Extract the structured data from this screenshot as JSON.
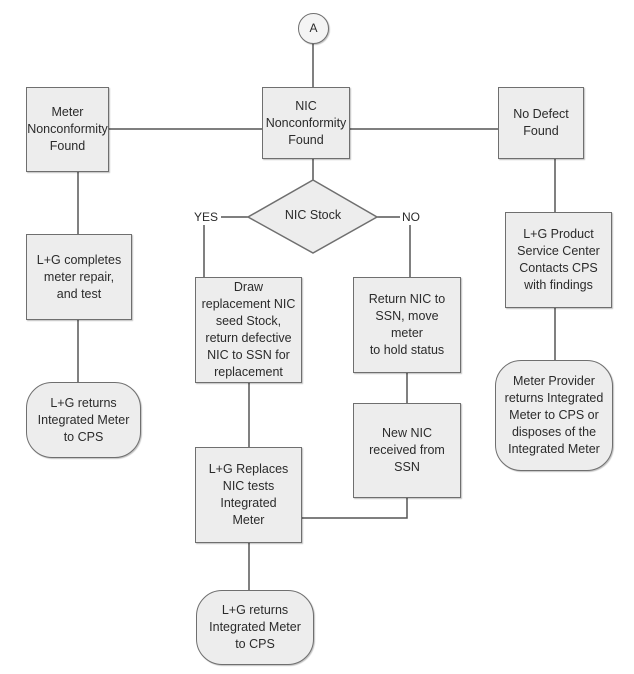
{
  "diagram": {
    "type": "flowchart",
    "connector": {
      "label": "A"
    },
    "nodes": {
      "nic_nonconformity": "NIC\nNonconformity\nFound",
      "meter_nonconformity": "Meter\nNonconformity\nFound",
      "no_defect": "No Defect\nFound",
      "nic_stock_decision": "NIC Stock",
      "meter_repair": "L+G completes\nmeter repair,\nand test",
      "meter_return": "L+G returns\nIntegrated Meter\nto CPS",
      "draw_replacement": "Draw\nreplacement NIC\nseed Stock,\nreturn defective\nNIC to SSN for\nreplacement",
      "return_nic": "Return NIC to\nSSN, move meter\nto hold status",
      "new_nic": "New NIC\nreceived from\nSSN",
      "replace_nic": "L+G Replaces\nNIC tests\nIntegrated\nMeter",
      "nic_return": "L+G returns\nIntegrated Meter\nto CPS",
      "service_center": "L+G Product\nService Center\nContacts CPS\nwith findings",
      "provider_return": "Meter Provider\nreturns Integrated\nMeter to CPS or\ndisposes of the\nIntegrated Meter"
    },
    "branch_labels": {
      "yes": "YES",
      "no": "NO"
    },
    "edges": [
      [
        "connector-a",
        "nic_nonconformity"
      ],
      [
        "nic_nonconformity",
        "meter_nonconformity"
      ],
      [
        "nic_nonconformity",
        "no_defect"
      ],
      [
        "nic_nonconformity",
        "nic_stock_decision"
      ],
      [
        "nic_stock_decision",
        "draw_replacement",
        "YES"
      ],
      [
        "nic_stock_decision",
        "return_nic",
        "NO"
      ],
      [
        "meter_nonconformity",
        "meter_repair"
      ],
      [
        "meter_repair",
        "meter_return"
      ],
      [
        "draw_replacement",
        "replace_nic"
      ],
      [
        "return_nic",
        "new_nic"
      ],
      [
        "new_nic",
        "replace_nic"
      ],
      [
        "replace_nic",
        "nic_return"
      ],
      [
        "no_defect",
        "service_center"
      ],
      [
        "service_center",
        "provider_return"
      ]
    ],
    "colors": {
      "node_fill": "#ededed",
      "stroke": "#6f6f6f",
      "text": "#2b2b2b"
    }
  }
}
